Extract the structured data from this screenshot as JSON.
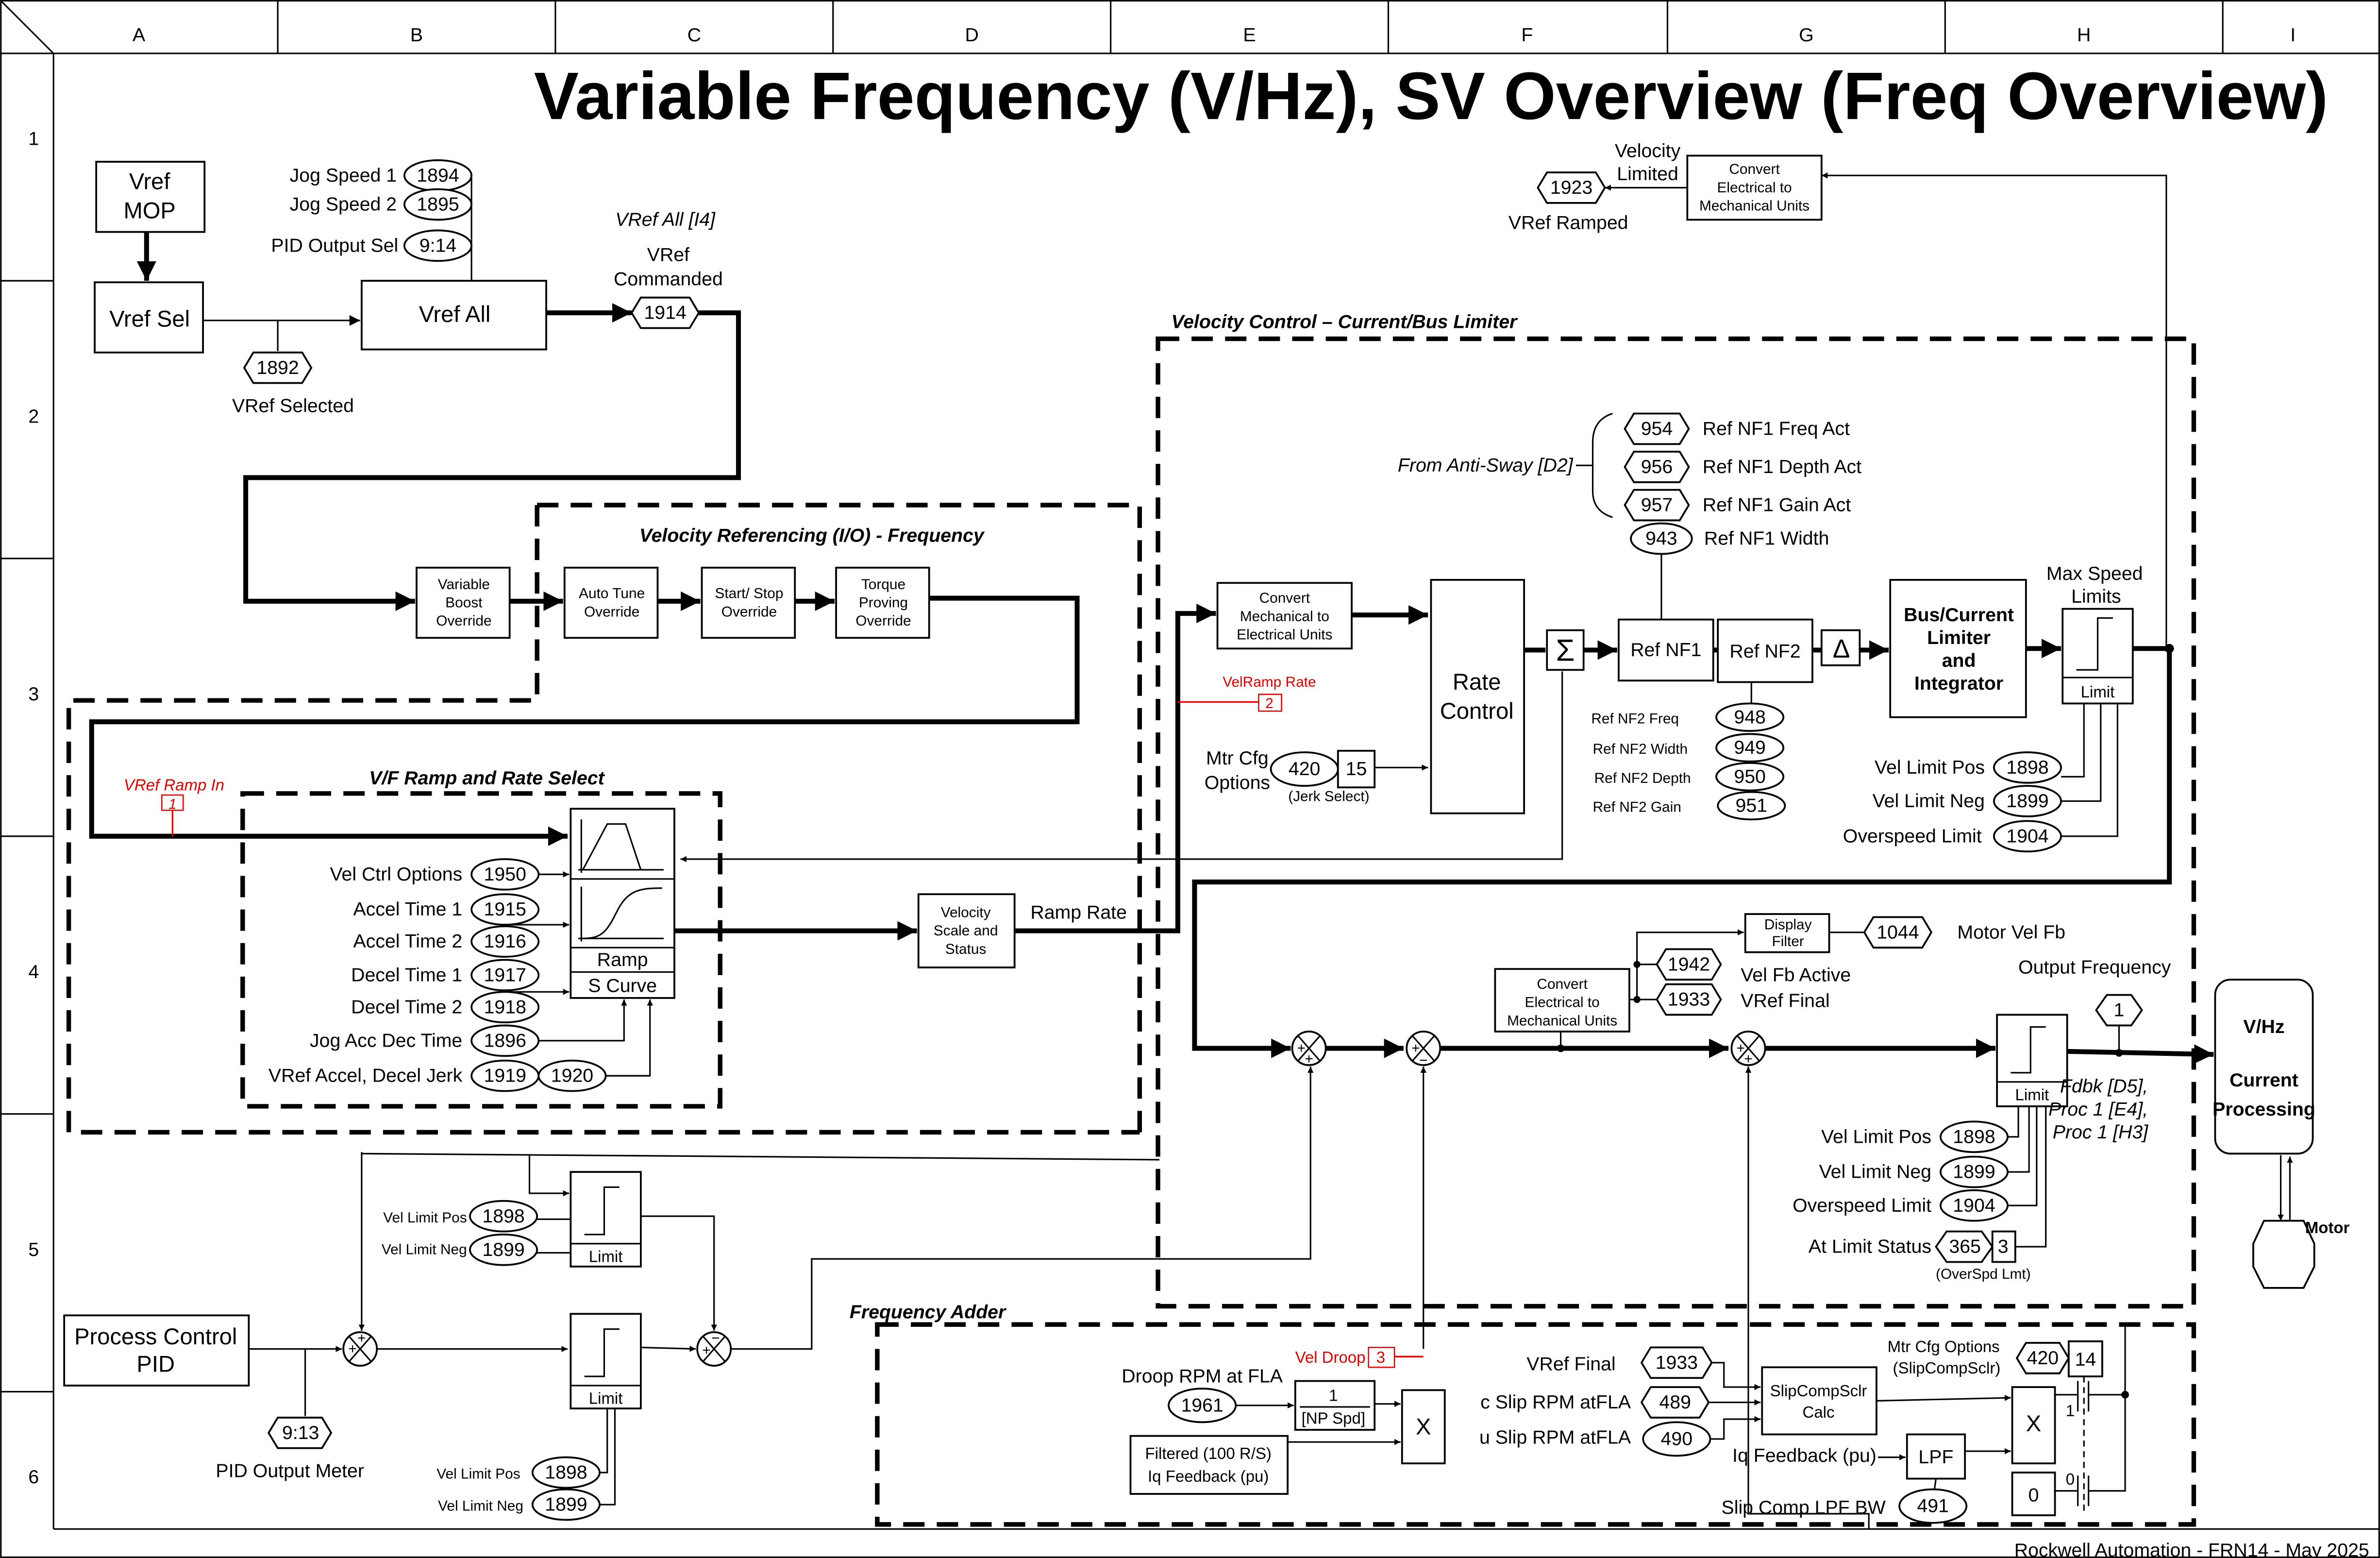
{
  "title": "Variable Frequency (V/Hz), SV Overview (Freq Overview)",
  "footer": "Rockwell Automation - FRN14 - May 2025",
  "grid": {
    "columns": [
      "A",
      "B",
      "C",
      "D",
      "E",
      "F",
      "G",
      "H",
      "I"
    ],
    "rows": [
      "1",
      "2",
      "3",
      "4",
      "5",
      "6"
    ]
  },
  "reference": {
    "vref_mop": [
      "Vref",
      "MOP"
    ],
    "vref_sel": "Vref Sel",
    "vref_all": "Vref All",
    "jog1": {
      "label": "Jog Speed 1",
      "param": "1894"
    },
    "jog2": {
      "label": "Jog Speed 2",
      "param": "1895"
    },
    "pid_out_sel": {
      "label": "PID Output Sel",
      "param": "9:14"
    },
    "vref_selected": {
      "label": "VRef Selected",
      "param": "1892"
    },
    "vref_all_ref": "VRef All [I4]",
    "vref_commanded": {
      "label": [
        "VRef",
        "Commanded"
      ],
      "param": "1914"
    }
  },
  "vel_ref_io": {
    "title": "Velocity Referencing (I/O) - Frequency",
    "blocks": [
      [
        "Variable",
        "Boost",
        "Override"
      ],
      [
        "Auto Tune",
        "Override"
      ],
      [
        "Start/ Stop",
        "Override"
      ],
      [
        "Torque",
        "Proving",
        "Override"
      ]
    ]
  },
  "ramp": {
    "title": "V/F Ramp and Rate Select",
    "ramp_in_label": "VRef Ramp In",
    "ramp_in_num": "1",
    "ramp_label": "Ramp",
    "scurve_label": "S Curve",
    "params": [
      {
        "label": "Vel Ctrl Options",
        "param": "1950"
      },
      {
        "label": "Accel Time 1",
        "param": "1915"
      },
      {
        "label": "Accel Time 2",
        "param": "1916"
      },
      {
        "label": "Decel Time 1",
        "param": "1917"
      },
      {
        "label": "Decel Time 2",
        "param": "1918"
      },
      {
        "label": "Jog Acc Dec Time",
        "param": "1896"
      },
      {
        "label": "VRef Accel, Decel Jerk",
        "param": "1919",
        "param2": "1920"
      }
    ],
    "vel_scale": [
      "Velocity",
      "Scale and",
      "Status"
    ],
    "ramp_rate": "Ramp Rate"
  },
  "vel_control": {
    "title": "Velocity Control – Current/Bus Limiter",
    "convert_m2e": [
      "Convert",
      "Mechanical to",
      "Electrical Units"
    ],
    "velramp_label": "VelRamp Rate",
    "velramp_num": "2",
    "mtr_cfg": {
      "label": [
        "Mtr Cfg",
        "Options"
      ],
      "param": "420",
      "bit": "15",
      "note": "(Jerk Select)"
    },
    "rate_control": [
      "Rate",
      "Control"
    ],
    "sigma": "Σ",
    "delta": "Δ",
    "from_anti_sway": "From Anti-Sway [D2]",
    "nf1_params": [
      {
        "param": "954",
        "label": "Ref NF1 Freq Act"
      },
      {
        "param": "956",
        "label": "Ref NF1 Depth Act"
      },
      {
        "param": "957",
        "label": "Ref NF1 Gain Act"
      }
    ],
    "nf1_width": {
      "param": "943",
      "label": "Ref NF1 Width"
    },
    "ref_nf1": "Ref NF1",
    "ref_nf2": "Ref NF2",
    "nf2_params": [
      {
        "label": "Ref NF2 Freq",
        "param": "948"
      },
      {
        "label": "Ref NF2 Width",
        "param": "949"
      },
      {
        "label": "Ref NF2 Depth",
        "param": "950"
      },
      {
        "label": "Ref NF2 Gain",
        "param": "951"
      }
    ],
    "bus_limiter": [
      "Bus/Current",
      "Limiter",
      "and",
      "Integrator"
    ],
    "max_speed": [
      "Max Speed",
      "Limits"
    ],
    "limit": "Limit",
    "limit_params": [
      {
        "label": "Vel Limit Pos",
        "param": "1898"
      },
      {
        "label": "Vel Limit Neg",
        "param": "1899"
      },
      {
        "label": "Overspeed Limit",
        "param": "1904"
      }
    ],
    "convert_e2m_top": [
      "Convert",
      "Electrical to",
      "Mechanical Units"
    ],
    "vel_limited": [
      "Velocity",
      "Limited"
    ],
    "vref_ramped": {
      "label": "VRef Ramped",
      "param": "1923"
    }
  },
  "output": {
    "display_filter": [
      "Display",
      "Filter"
    ],
    "motor_vel_fb": {
      "param": "1044",
      "label": "Motor Vel Fb"
    },
    "vel_fb_active": {
      "param": "1942",
      "label": "Vel Fb Active"
    },
    "vref_final": {
      "param": "1933",
      "label": "VRef Final"
    },
    "convert_e2m": [
      "Convert",
      "Electrical to",
      "Mechanical Units"
    ],
    "output_freq": {
      "label": "Output Frequency",
      "param": "1"
    },
    "limit": "Limit",
    "refs": [
      "Fdbk [D5],",
      "Proc 1 [E4],",
      "Proc 1 [H3]"
    ],
    "limit_params": [
      {
        "label": "Vel Limit Pos",
        "param": "1898"
      },
      {
        "label": "Vel Limit Neg",
        "param": "1899"
      },
      {
        "label": "Overspeed Limit",
        "param": "1904"
      }
    ],
    "at_limit": {
      "label": "At Limit Status",
      "param": "365",
      "bit": "3",
      "note": "(OverSpd Lmt)"
    },
    "vhz": [
      "V/Hz",
      "Current",
      "Processing"
    ],
    "motor": "Motor"
  },
  "pid": {
    "block": [
      "Process Control",
      "PID"
    ],
    "meter": {
      "param": "9:13",
      "label": "PID Output Meter"
    },
    "limit": "Limit",
    "upper_params": [
      {
        "label": "Vel Limit Pos",
        "param": "1898"
      },
      {
        "label": "Vel Limit Neg",
        "param": "1899"
      }
    ],
    "lower_params": [
      {
        "label": "Vel Limit Pos",
        "param": "1898"
      },
      {
        "label": "Vel Limit Neg",
        "param": "1899"
      }
    ]
  },
  "freq_adder": {
    "title": "Frequency Adder",
    "vel_droop_label": "Vel Droop",
    "vel_droop_num": "3",
    "droop_rpm": {
      "label": "Droop RPM at FLA",
      "param": "1961"
    },
    "np_spd": {
      "num": "1",
      "den": "[NP Spd]"
    },
    "mult": "X",
    "filtered": [
      "Filtered (100 R/S)",
      "Iq Feedback (pu)"
    ],
    "vref_final": {
      "label": "VRef Final",
      "param": "1933"
    },
    "c_slip": {
      "label": "c Slip RPM atFLA",
      "param": "489"
    },
    "u_slip": {
      "label": "u Slip RPM atFLA",
      "param": "490"
    },
    "slipcomp": [
      "SlipCompSclr",
      "Calc"
    ],
    "mtr_cfg": {
      "label": [
        "Mtr Cfg Options",
        "(SlipCompSclr)"
      ],
      "param": "420",
      "bit": "14"
    },
    "iq_fb": "Iq Feedback (pu)",
    "lpf": "LPF",
    "lpf_bw": {
      "label": "Slip Comp LPF BW",
      "param": "491"
    },
    "zero": "0",
    "sw1": "1",
    "sw0": "0"
  }
}
